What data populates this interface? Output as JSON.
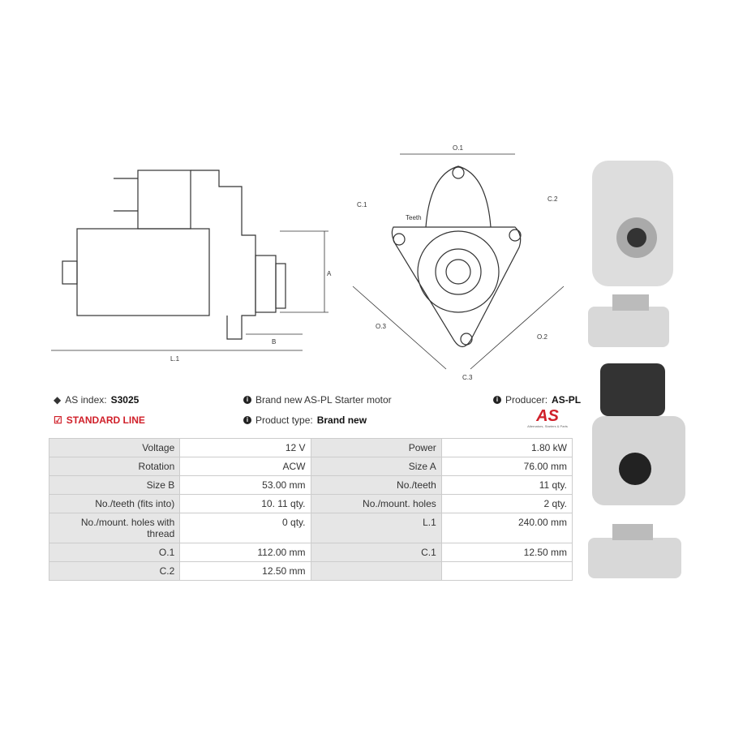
{
  "diagram_labels": {
    "A": "A",
    "B": "B",
    "L1": "L.1",
    "O1": "O.1",
    "O2": "O.2",
    "O3": "O.3",
    "C1": "C.1",
    "C2": "C.2",
    "C3": "C.3",
    "teeth": "Teeth"
  },
  "info": {
    "as_index_label": "AS index:",
    "as_index": "S3025",
    "standard_line": "STANDARD LINE",
    "description": "Brand new AS-PL Starter motor",
    "product_type_label": "Product type:",
    "product_type": "Brand new",
    "producer_label": "Producer:",
    "producer": "AS-PL",
    "logo_text": "AS",
    "logo_sub": "Alternators, Starters & Parts"
  },
  "specs": [
    [
      "Voltage",
      "12 V",
      "Power",
      "1.80 kW"
    ],
    [
      "Rotation",
      "ACW",
      "Size A",
      "76.00 mm"
    ],
    [
      "Size B",
      "53.00 mm",
      "No./teeth",
      "11 qty."
    ],
    [
      "No./teeth (fits into)",
      "10. 11 qty.",
      "No./mount. holes",
      "2 qty."
    ],
    [
      "No./mount. holes with thread",
      "0 qty.",
      "L.1",
      "240.00 mm"
    ],
    [
      "O.1",
      "112.00 mm",
      "C.1",
      "12.50 mm"
    ],
    [
      "C.2",
      "12.50 mm",
      "",
      ""
    ]
  ]
}
